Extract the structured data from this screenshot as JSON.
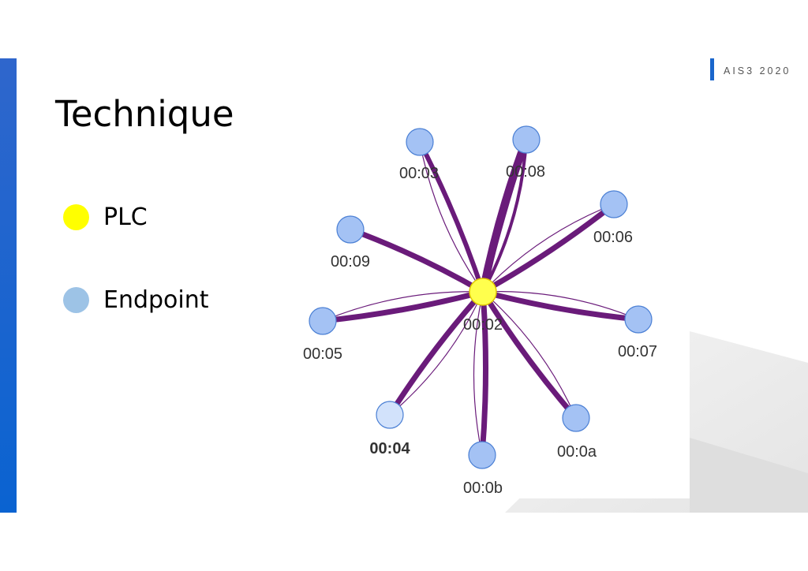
{
  "slide": {
    "tag": "AIS3 2020",
    "title": "Technique"
  },
  "legend": [
    {
      "label": "PLC",
      "color": "#ffff00"
    },
    {
      "label": "Endpoint",
      "color": "#9dc3e6"
    }
  ],
  "graph": {
    "center": {
      "id": "00:02",
      "color": "#ffff4d"
    },
    "endpoint_color": "#a4c2f4",
    "selected_color": "#d2e2fb",
    "edge_color": "#6a1b7a",
    "nodes": [
      {
        "id": "00:03"
      },
      {
        "id": "00:08"
      },
      {
        "id": "00:06"
      },
      {
        "id": "00:09"
      },
      {
        "id": "00:05"
      },
      {
        "id": "00:07"
      },
      {
        "id": "00:04",
        "selected": true
      },
      {
        "id": "00:0b"
      },
      {
        "id": "00:0a"
      }
    ]
  }
}
